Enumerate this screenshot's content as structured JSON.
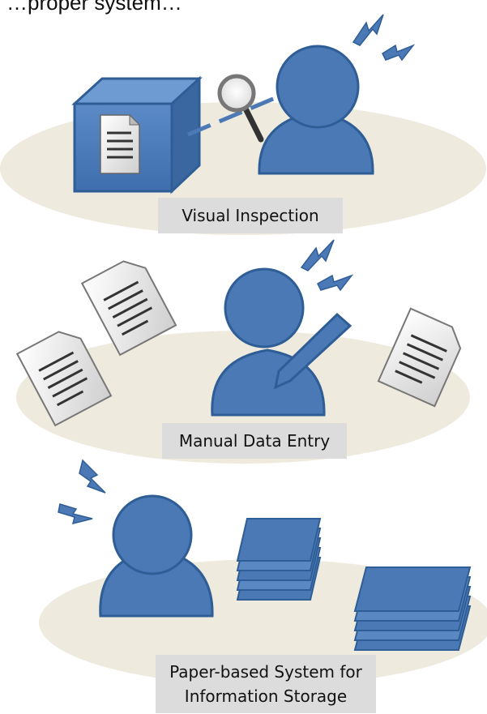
{
  "header": {
    "title": "…proper system…"
  },
  "panels": [
    {
      "label": "Visual Inspection"
    },
    {
      "label": "Manual Data Entry"
    },
    {
      "label_line1": "Paper-based System for",
      "label_line2": "Information Storage"
    }
  ],
  "colors": {
    "figure": "#4a79b5",
    "figure_stroke": "#2f5d95",
    "ellipse": "#eeeade",
    "label_bg": "#dcdcdc",
    "stack_dark": "#3c6aa8"
  }
}
